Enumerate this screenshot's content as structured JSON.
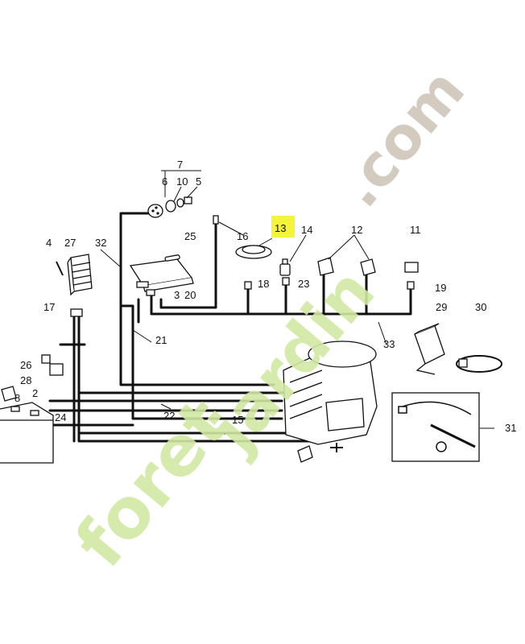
{
  "callouts": {
    "c2": "2",
    "c3": "3",
    "c4": "4",
    "c5": "5",
    "c6": "6",
    "c7": "7",
    "c8": "8",
    "c10": "10",
    "c11": "11",
    "c12": "12",
    "c13": "13",
    "c14": "14",
    "c15": "15",
    "c16": "16",
    "c17": "17",
    "c18": "18",
    "c19": "19",
    "c20": "20",
    "c21": "21",
    "c22": "22",
    "c23": "23",
    "c24": "24",
    "c25": "25",
    "c26": "26",
    "c27": "27",
    "c28": "28",
    "c29": "29",
    "c30": "30",
    "c31": "31",
    "c32": "32",
    "c33": "33"
  },
  "highlight": {
    "label": "13",
    "color": "#f4f53a"
  },
  "watermark": {
    "text_foret": "foret",
    "text_jardin": "jardin",
    "text_com": ".com",
    "green": "#d2e8a4",
    "grey": "#cfc6b9"
  },
  "colors": {
    "line": "#111111",
    "background": "#ffffff"
  }
}
